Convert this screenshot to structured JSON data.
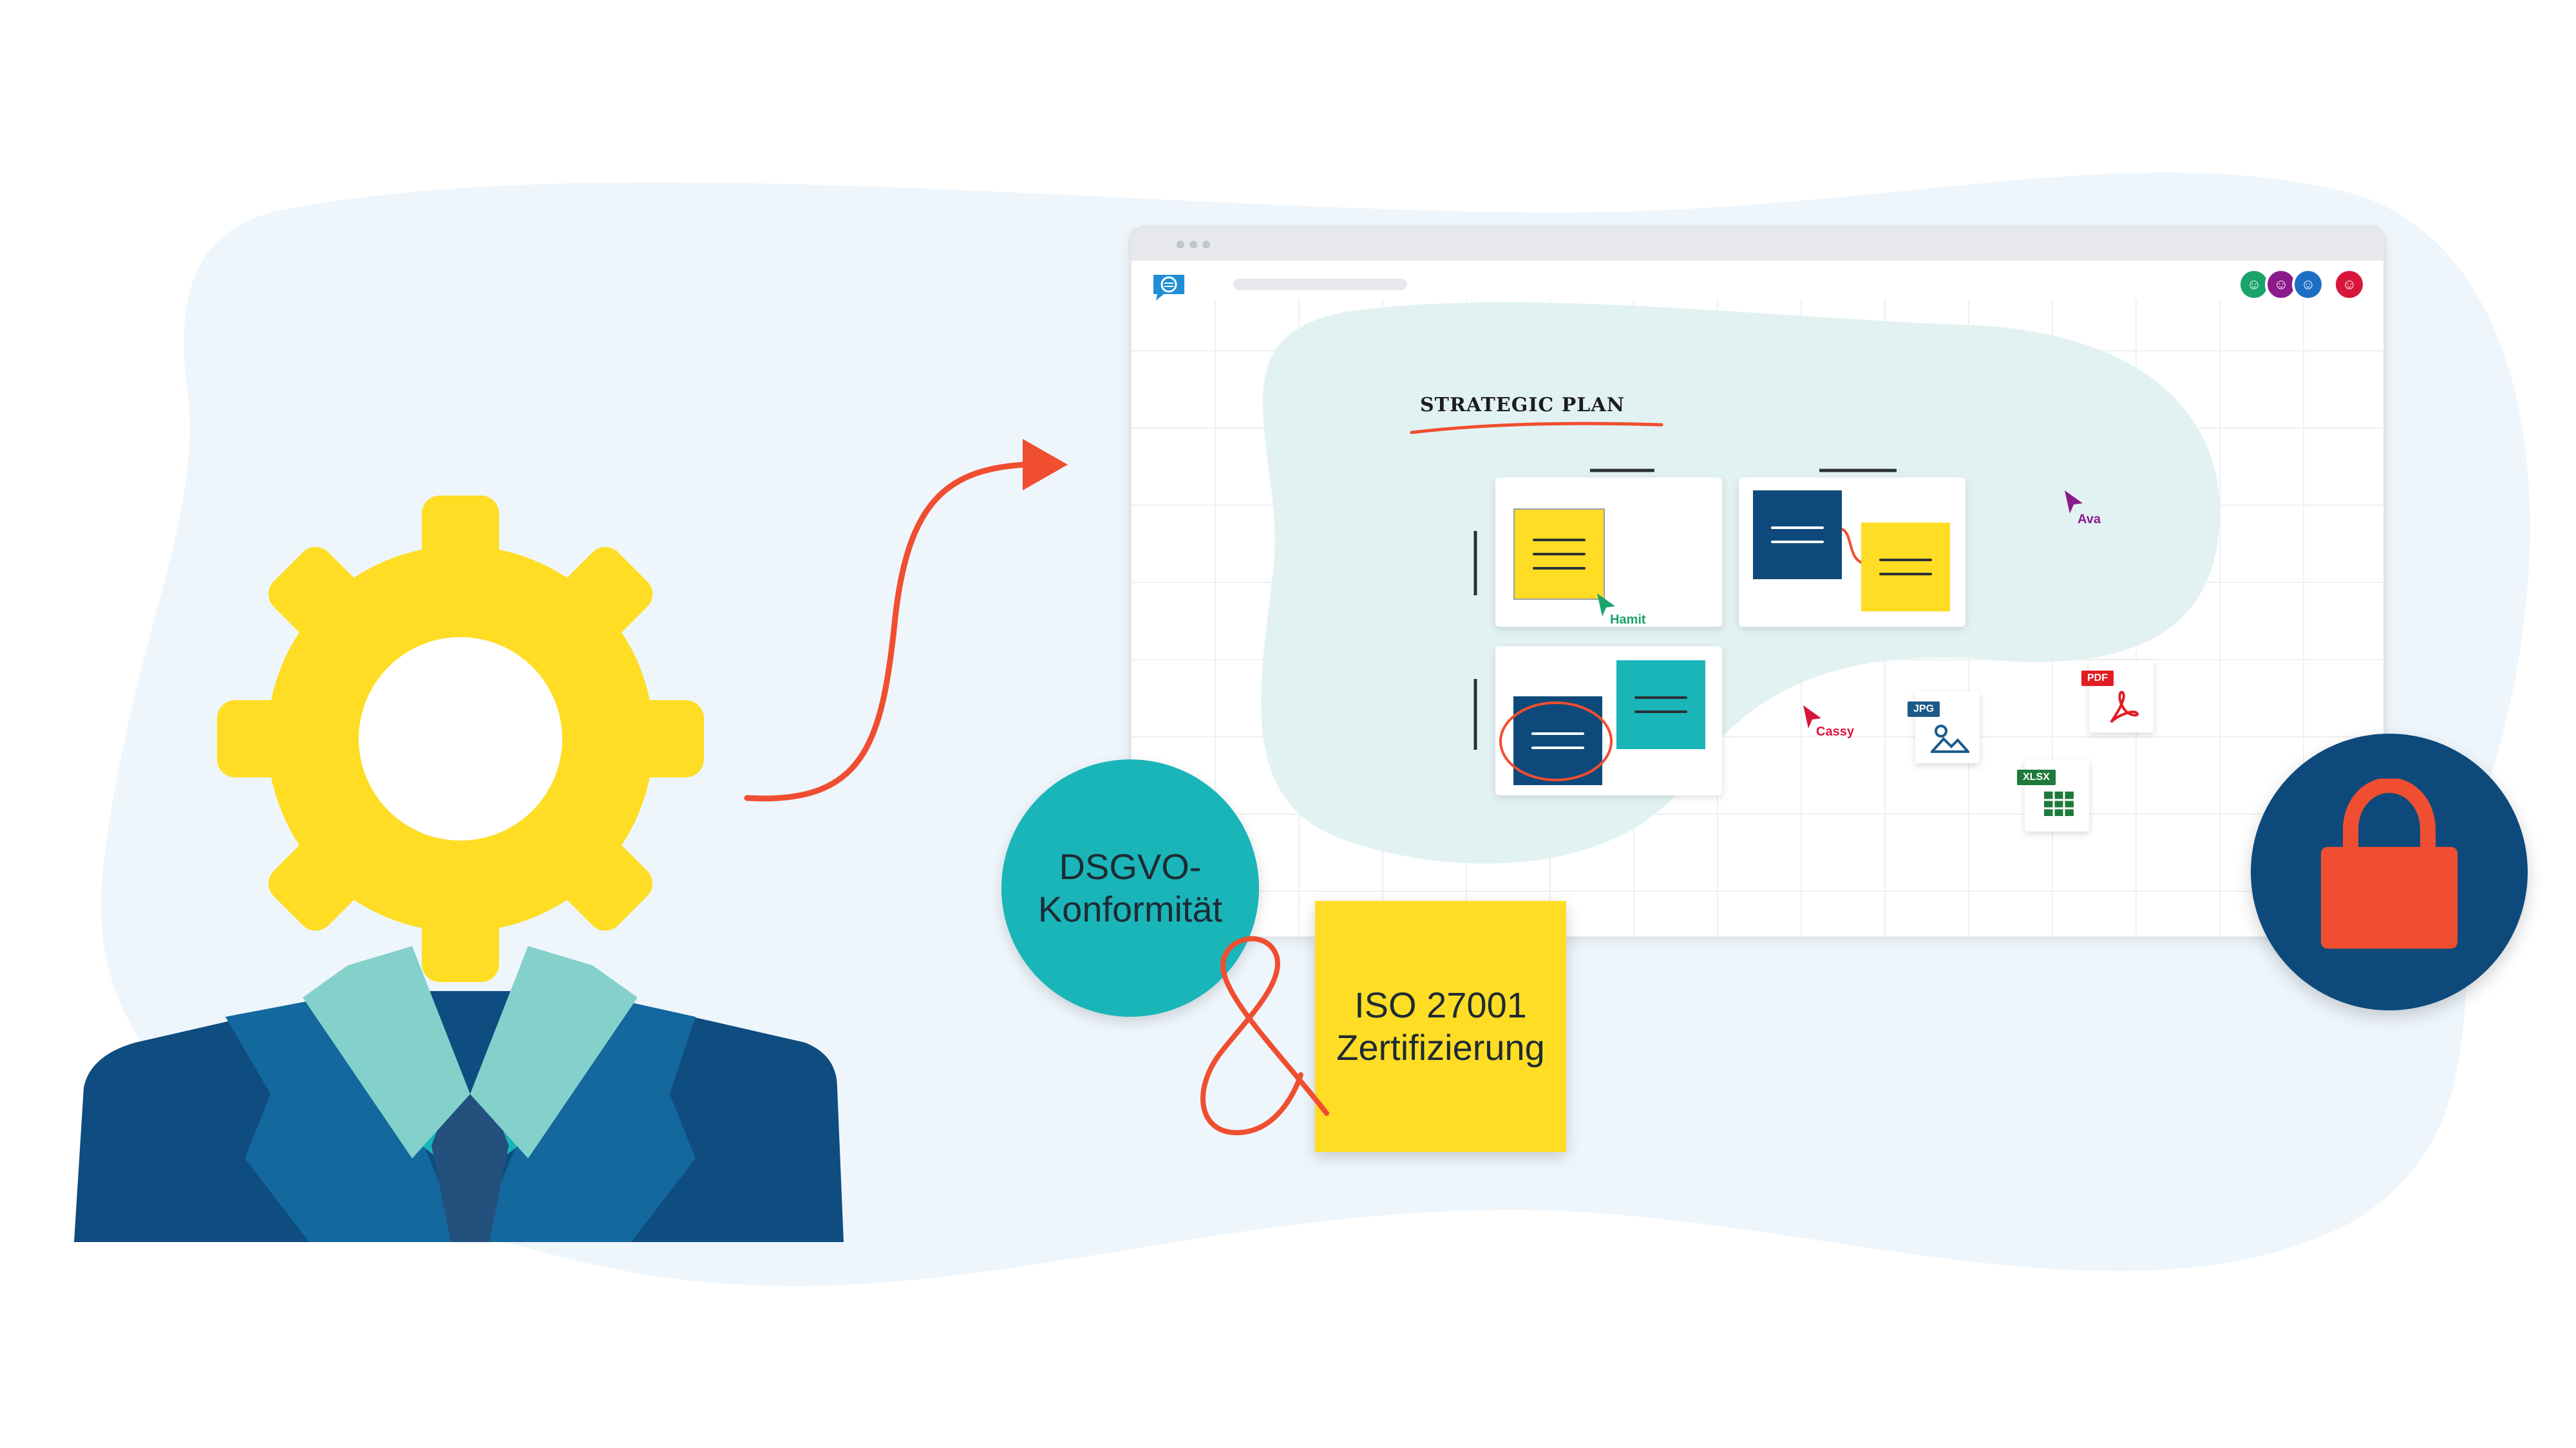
{
  "board": {
    "title": "STRATEGIC PLAN"
  },
  "cursors": [
    {
      "name": "Hamit",
      "color": "#1aa36a"
    },
    {
      "name": "Ava",
      "color": "#8b1a8b"
    },
    {
      "name": "Cassy",
      "color": "#d8153a"
    }
  ],
  "files": [
    {
      "label": "JPG",
      "color": "#1c5a8a"
    },
    {
      "label": "PDF",
      "color": "#e31b23"
    },
    {
      "label": "XLSX",
      "color": "#1e7a3c"
    }
  ],
  "badges": {
    "dsgvo": "DSGVO-\nKonformität",
    "iso": "ISO 27001\nZertifizierung"
  },
  "colors": {
    "yellow": "#fedd24",
    "navy": "#0d4a7b",
    "teal": "#19b5b9",
    "orange_red": "#f04e30",
    "blob": "#eef6fc",
    "inner_blob": "#e2f2f2"
  },
  "icons": {
    "gear": "gear-icon",
    "lock": "lock-icon",
    "arrow": "curved-arrow-icon",
    "ampersand": "ampersand-icon",
    "logo": "chat-bubble-logo-icon"
  }
}
